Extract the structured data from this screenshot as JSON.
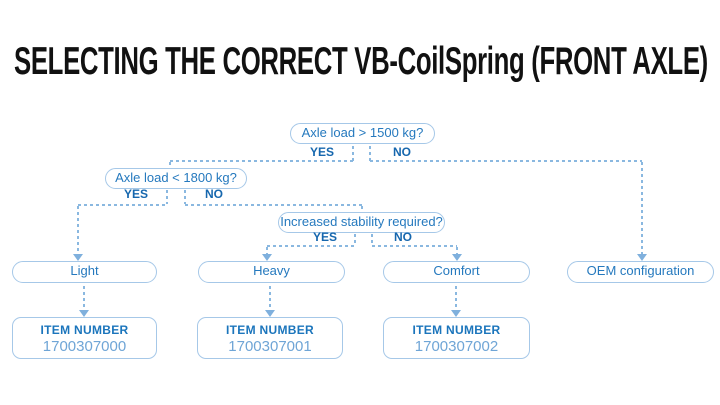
{
  "title": "SELECTING THE CORRECT VB-CoilSpring (FRONT AXLE)",
  "colors": {
    "title_text": "#111111",
    "question_text": "#2579be",
    "yes_no_text": "#1667ae",
    "pill_border": "#a6c8e8",
    "dashed_line": "#8ab8e0",
    "arrow": "#7fb0dd",
    "item_label_text": "#1b75bc",
    "item_number_text": "#6fa5d6"
  },
  "flowchart": {
    "decisions": [
      {
        "question": "Axle load > 1500 kg?",
        "yes": "YES",
        "no": "NO"
      },
      {
        "question": "Axle load < 1800 kg?",
        "yes": "YES",
        "no": "NO"
      },
      {
        "question": "Increased stability required?",
        "yes": "YES",
        "no": "NO"
      }
    ],
    "outcomes": [
      {
        "label": "Light"
      },
      {
        "label": "Heavy"
      },
      {
        "label": "Comfort"
      },
      {
        "label": "OEM configuration"
      }
    ],
    "items": [
      {
        "label": "ITEM NUMBER",
        "number": "1700307000"
      },
      {
        "label": "ITEM NUMBER",
        "number": "1700307001"
      },
      {
        "label": "ITEM NUMBER",
        "number": "1700307002"
      }
    ]
  }
}
